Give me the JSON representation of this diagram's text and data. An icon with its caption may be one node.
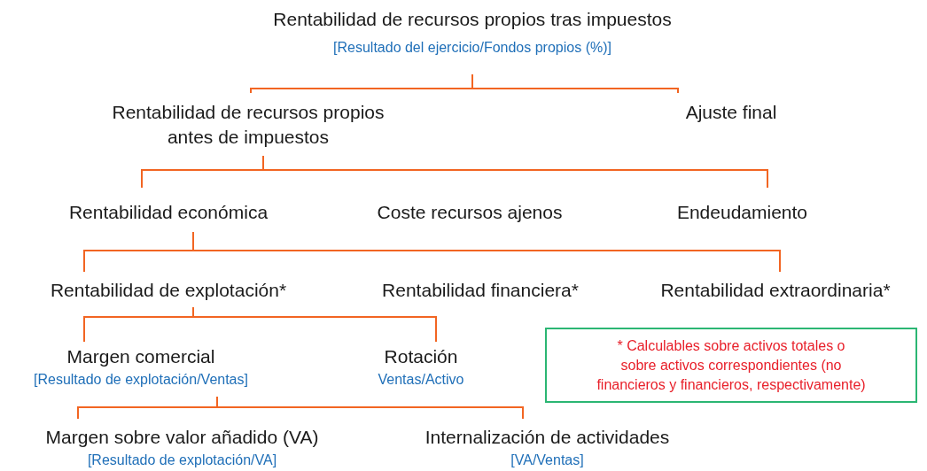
{
  "diagram": {
    "nodes": [
      {
        "text": [
          "Rentabilidad de recursos propios tras impuestos",
          "[Resultado del ejercicio/Fondos propios (%)]"
        ]
      },
      {
        "text": [
          "Rentabilidad de recursos propios antes de impuestos"
        ]
      },
      {
        "text": [
          "Ajuste final"
        ]
      },
      {
        "text": [
          "Rentabilidad económica"
        ]
      },
      {
        "text": [
          "Coste recursos ajenos"
        ]
      },
      {
        "text": [
          "Endeudamiento"
        ]
      },
      {
        "text": [
          "Rentabilidad de explotación*"
        ]
      },
      {
        "text": [
          "Rentabilidad financiera*"
        ]
      },
      {
        "text": [
          "Rentabilidad extraordinaria*"
        ]
      },
      {
        "text": [
          "Margen comercial",
          "[Resultado de explotación/Ventas]"
        ]
      },
      {
        "text": [
          "Rotación",
          "Ventas/Activo"
        ]
      },
      {
        "text": [
          "Margen sobre valor añadido (VA)",
          "[Resultado de explotación/VA]"
        ]
      },
      {
        "text": [
          "Internalización de actividades",
          "[VA/Ventas]"
        ]
      },
      {
        "text": [
          "* Calculables sobre activos totales o sobre activos correspondientes (no financieros y financieros, respectivamente)"
        ]
      }
    ],
    "edges": [
      {
        "from": 0,
        "to": 1,
        "arrow": "none"
      },
      {
        "from": 0,
        "to": 2,
        "arrow": "none"
      },
      {
        "from": 1,
        "to": 3,
        "arrow": "none"
      },
      {
        "from": 1,
        "to": 5,
        "arrow": "none"
      },
      {
        "from": 3,
        "to": 6,
        "arrow": "none"
      },
      {
        "from": 3,
        "to": 8,
        "arrow": "none"
      },
      {
        "from": 6,
        "to": 9,
        "arrow": "none"
      },
      {
        "from": 6,
        "to": 10,
        "arrow": "none"
      },
      {
        "from": 9,
        "to": 11,
        "arrow": "none"
      },
      {
        "from": 9,
        "to": 12,
        "arrow": "none"
      }
    ]
  }
}
